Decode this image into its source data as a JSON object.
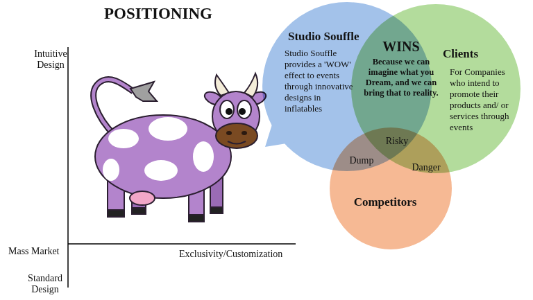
{
  "diagram": {
    "title": "POSITIONING",
    "nodes": [
      {
        "text": [
          "Studio Souffle",
          "Studio Souffle provides a 'WOW' effect to events through innovative designs in inflatables"
        ]
      },
      {
        "text": [
          "Clients",
          "For Companies who intend to promote their products and/ or services through events"
        ]
      },
      {
        "text": [
          "Competitors"
        ]
      }
    ],
    "labels": [
      "Intuitive Design",
      "Mass Market",
      "Standard Design",
      "Exclusivity/Customization",
      "WINS",
      "Because we can imagine what you Dream, and we can bring that to reality.",
      "Risky",
      "Dump",
      "Danger"
    ]
  }
}
